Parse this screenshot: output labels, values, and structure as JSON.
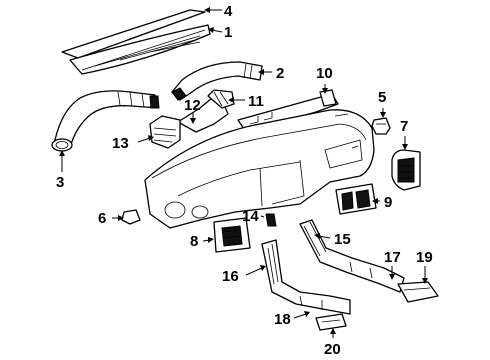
{
  "callouts": {
    "c1": "1",
    "c2": "2",
    "c3": "3",
    "c4": "4",
    "c5": "5",
    "c6": "6",
    "c7": "7",
    "c8": "8",
    "c9": "9",
    "c10": "10",
    "c11": "11",
    "c12": "12",
    "c13": "13",
    "c14": "14",
    "c15": "15",
    "c16": "16",
    "c17": "17",
    "c18": "18",
    "c19": "19",
    "c20": "20"
  }
}
